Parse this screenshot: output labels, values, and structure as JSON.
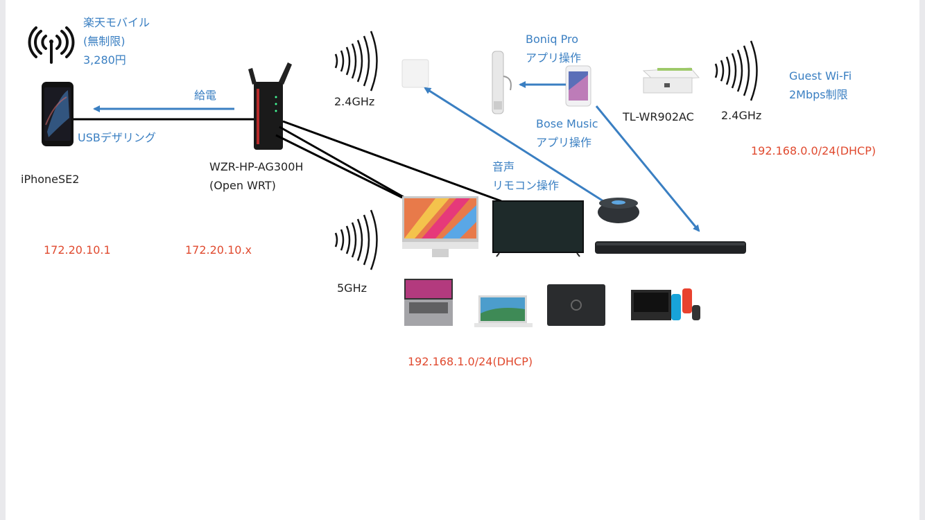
{
  "labels": {
    "carrier": [
      "楽天モバイル",
      "(無制限)",
      "3,280円"
    ],
    "iphone": "iPhoneSE2",
    "power": "給電",
    "tethering": "USBデザリング",
    "router": [
      "WZR-HP-AG300H",
      "(Open WRT)"
    ],
    "band_24_main": "2.4GHz",
    "band_5": "5GHz",
    "boniq": [
      "Boniq Pro",
      "アプリ操作"
    ],
    "bose": [
      "Bose Music",
      "アプリ操作"
    ],
    "voice": [
      "音声",
      "リモコン操作"
    ],
    "tplink": "TL-WR902AC",
    "band_24_guest": "2.4GHz",
    "guest": [
      "Guest Wi-Fi",
      "2Mbps制限"
    ]
  },
  "addresses": {
    "iphone_ip": "172.20.10.1",
    "router_ip": "172.20.10.x",
    "main_subnet": "192.168.1.0/24(DHCP)",
    "guest_subnet": "192.168.0.0/24(DHCP)"
  },
  "colors": {
    "arrow_blue": "#3a7fc2",
    "address_red": "#e04a2f",
    "wire_black": "#000000"
  }
}
